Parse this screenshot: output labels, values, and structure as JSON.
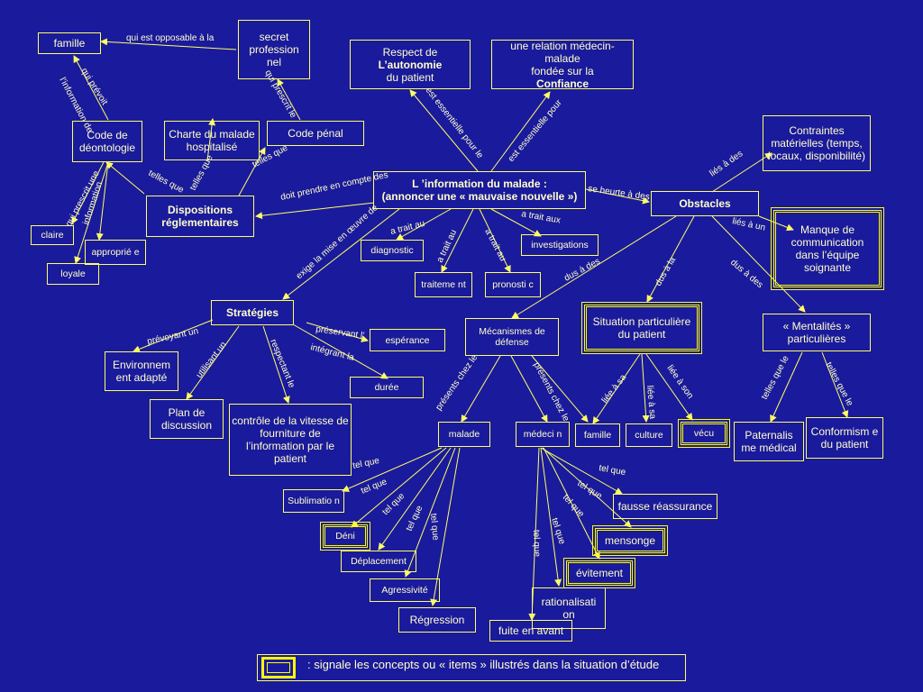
{
  "nodes": {
    "famille_top": "famille",
    "secret": "secret profession nel",
    "respect_line1": "Respect de",
    "respect_line2": "L’autonomie",
    "respect_line3": "du patient",
    "relation_line1": "une relation médecin-malade",
    "relation_line2": "fondée sur la",
    "relation_line3": "Confiance",
    "code_deonto": "Code de déontologie",
    "charte": "Charte du malade hospitalisé",
    "code_penal": "Code pénal",
    "contraintes": "Contraintes matérielles (temps, locaux, disponibilité)",
    "info_line1": "L ’information du malade :",
    "info_line2": "(annoncer une « mauvaise nouvelle »)",
    "dispositions": "Dispositions réglementaires",
    "obstacles": "Obstacles",
    "manque": "Manque de communication dans l’équipe soignante",
    "claire": "claire",
    "appropriee": "approprié e",
    "loyale": "loyale",
    "diagnostic": "diagnostic",
    "investigations": "investigations",
    "traitement": "traiteme nt",
    "pronostic": "pronosti c",
    "strategies": "Stratégies",
    "esperance": "espérance",
    "duree": "durée",
    "mecanismes": "Mécanismes de défense",
    "situation": "Situation particulière du patient",
    "mentalites": "« Mentalités » particulières",
    "environnement": "Environnem ent adapté",
    "plan": "Plan de discussion",
    "controle": "contrôle de la vitesse de fourniture de l’information par le patient",
    "malade": "malade",
    "medecin": "médeci n",
    "famille2": "famille",
    "culture": "culture",
    "vecu": "vécu",
    "paternalisme": "Paternalis me médical",
    "conformisme": "Conformism e du patient",
    "sublimation": "Sublimatio n",
    "deni": "Déni",
    "deplacement": "Déplacement",
    "agressivite": "Agressivité",
    "regression": "Régression",
    "fausse": "fausse réassurance",
    "mensonge": "mensonge",
    "evitement": "évitement",
    "rationalisation": "rationalisati on",
    "fuite": "fuite en avant"
  },
  "links": {
    "opposable": "qui est opposable à la",
    "prevoit": "qui prévoit",
    "linfo_de": "l’information de",
    "prescrit_le": "qui prescrit le",
    "essentielle1": "est essentielle pour le",
    "essentielle2": "est essentielle pour",
    "lies_des": "liés à des",
    "telles_que1": "telles que",
    "telles_que2": "telles que",
    "telles_que3": "telles que",
    "prescrit_une": "qui prescrit une",
    "information": "information",
    "doit_prendre": "doit prendre en compte des",
    "se_heurte": "se heurte à des",
    "lies_un": "liés à un",
    "trait_au1": "a trait au",
    "trait_aux": "a trait aux",
    "trait_au2": "a trait au",
    "trait_au3": "a trait au",
    "exige": "exige la mise en œuvre de",
    "dus_des1": "dus à des",
    "dus_la": "dus à la",
    "dus_des2": "dus à des",
    "prevoyant": "prévoyant un",
    "preservant": "préservant l’",
    "integrant": "intégrant  la",
    "utilisant": "utilisant un",
    "respectant": "respectant le",
    "presents1": "présents chez le",
    "presents2": "présents chez le",
    "liee_sa": "liée à sa",
    "liee_sa2": "liée à sa",
    "liee_son": "liée à son",
    "telles_que_le1": "telles que le",
    "telles_que_le2": "telles que le",
    "tel_que1": "tel que",
    "tel_que2": "tel que",
    "tel_que3": "tel que",
    "tel_que4": "tel que",
    "tel_que5": "tel que",
    "tel_que6": "tel que",
    "tel_que7": "tel que",
    "tel_que8": "tel que",
    "tel_que9": "tel que",
    "tel_que10": "tel que"
  },
  "legend": {
    "text": ": signale les concepts ou « items » illustrés dans la situation d’étude"
  },
  "colors": {
    "background": "#1a1a9c",
    "line": "#ffff66",
    "text": "#ffffcc"
  }
}
